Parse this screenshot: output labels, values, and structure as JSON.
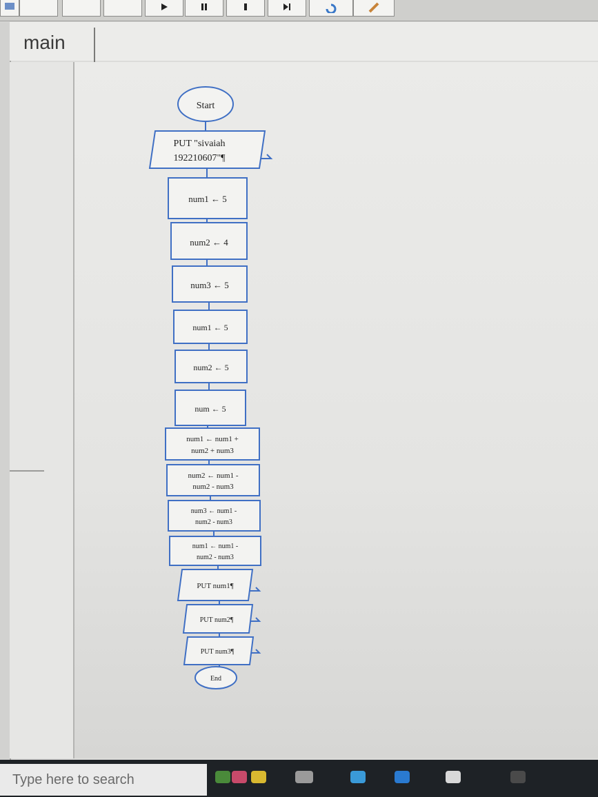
{
  "toolbar": {
    "buttons": [
      {
        "icon": "new-icon"
      },
      {
        "icon": "blank-icon"
      },
      {
        "icon": "blank-icon"
      },
      {
        "icon": "blank-icon"
      },
      {
        "icon": "run-icon"
      },
      {
        "icon": "pause-icon"
      },
      {
        "icon": "stop-icon"
      },
      {
        "icon": "step-icon"
      },
      {
        "icon": "undo-icon"
      },
      {
        "icon": "edit-icon"
      }
    ]
  },
  "tabs": {
    "main": "main"
  },
  "flowchart": {
    "start": "Start",
    "output1_line1": "PUT \"sivaiah",
    "output1_line2": "192210607\"¶",
    "assign1": "num1 ← 5",
    "assign2": "num2 ← 4",
    "assign3": "num3 ← 5",
    "assign4": "num1 ← 5",
    "assign5": "num2 ← 5",
    "assign6": "num ← 5",
    "calc1_line1": "num1 ← num1 +",
    "calc1_line2": "num2 + num3",
    "calc2_line1": "num2 ← num1 -",
    "calc2_line2": "num2 - num3",
    "calc3_line1": "num3 ← num1 -",
    "calc3_line2": "num2 - num3",
    "calc4_line1": "num1 ← num1 -",
    "calc4_line2": "num2 - num3",
    "put1": "PUT num1¶",
    "put2": "PUT num2¶",
    "put3": "PUT num3¶",
    "end": "End"
  },
  "colors": {
    "flow_stroke": "#3f6fc4",
    "taskbar": "#1e2226"
  },
  "taskbar": {
    "search_placeholder": "Type here to search"
  }
}
